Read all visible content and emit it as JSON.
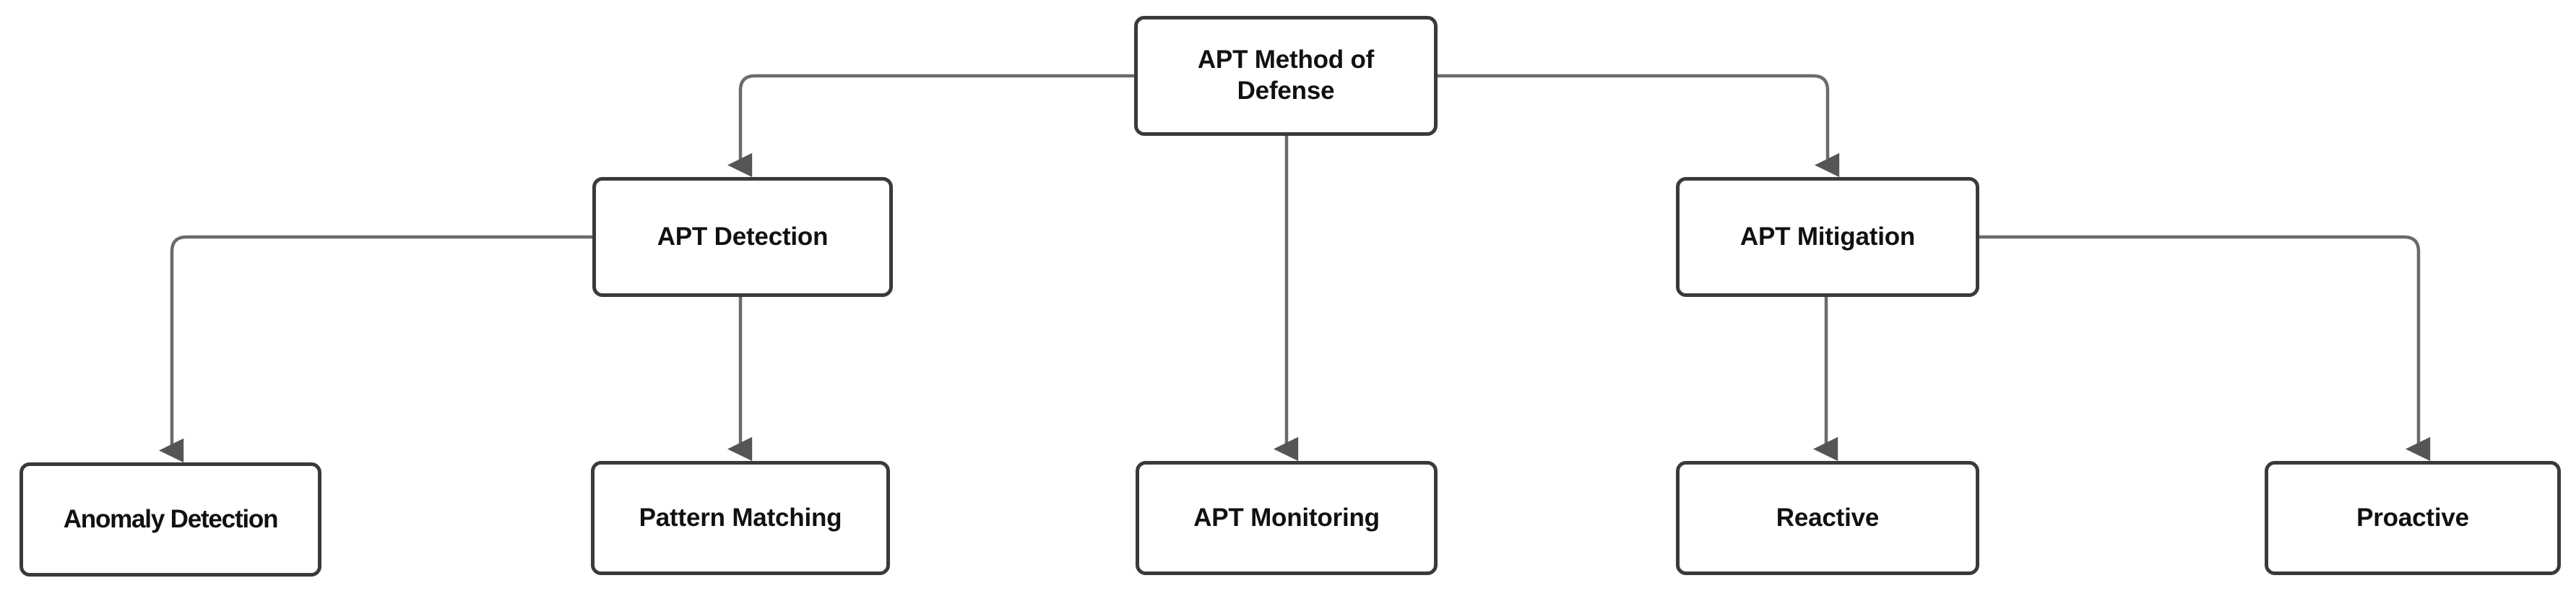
{
  "diagram": {
    "title": "APT Method of Defense",
    "type": "hierarchy-tree",
    "colors": {
      "node_border": "#3a3a3a",
      "node_fill": "#ffffff",
      "edge_line": "#6b6b6b",
      "text": "#111111",
      "background": "#ffffff"
    },
    "nodes": [
      {
        "id": "root",
        "label": "APT Method of\nDefense",
        "level": 1
      },
      {
        "id": "detection",
        "label": "APT Detection",
        "level": 2
      },
      {
        "id": "mitigation",
        "label": "APT Mitigation",
        "level": 2
      },
      {
        "id": "anomaly",
        "label": "Anomaly Detection",
        "level": 3
      },
      {
        "id": "pattern",
        "label": "Pattern Matching",
        "level": 3
      },
      {
        "id": "monitoring",
        "label": "APT Monitoring",
        "level": 3
      },
      {
        "id": "reactive",
        "label": "Reactive",
        "level": 3
      },
      {
        "id": "proactive",
        "label": "Proactive",
        "level": 3
      }
    ],
    "edges": [
      {
        "from": "root",
        "to": "detection",
        "style": "elbow-left"
      },
      {
        "from": "root",
        "to": "monitoring",
        "style": "straight-down"
      },
      {
        "from": "root",
        "to": "mitigation",
        "style": "elbow-right"
      },
      {
        "from": "detection",
        "to": "anomaly",
        "style": "elbow-left"
      },
      {
        "from": "detection",
        "to": "pattern",
        "style": "straight-down"
      },
      {
        "from": "mitigation",
        "to": "reactive",
        "style": "straight-down"
      },
      {
        "from": "mitigation",
        "to": "proactive",
        "style": "elbow-right"
      }
    ]
  }
}
